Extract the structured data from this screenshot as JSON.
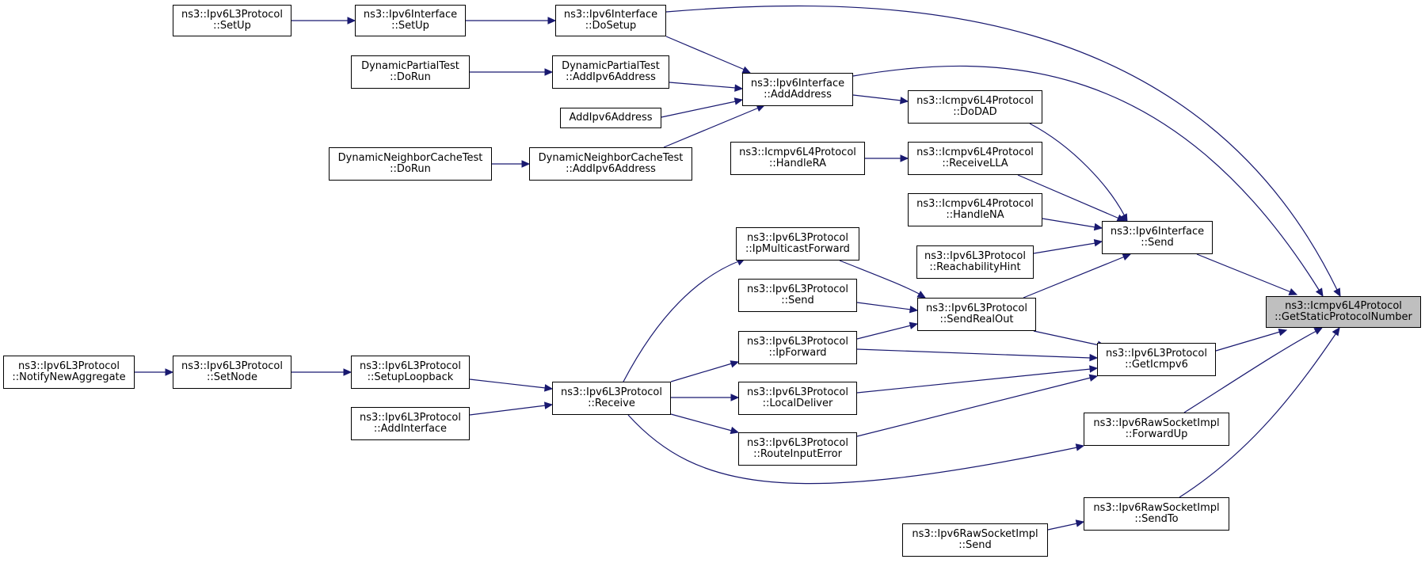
{
  "graph": {
    "root": {
      "line1": "ns3::Icmpv6L4Protocol",
      "line2": "::GetStaticProtocolNumber"
    },
    "nodes": {
      "SetUpL3": {
        "line1": "ns3::Ipv6L3Protocol",
        "line2": "::SetUp"
      },
      "SetUpIf": {
        "line1": "ns3::Ipv6Interface",
        "line2": "::SetUp"
      },
      "DoSetup": {
        "line1": "ns3::Ipv6Interface",
        "line2": "::DoSetup"
      },
      "DPTDoRun": {
        "line1": "DynamicPartialTest",
        "line2": "::DoRun"
      },
      "DPTAdd": {
        "line1": "DynamicPartialTest",
        "line2": "::AddIpv6Address"
      },
      "AddIpv6Address": {
        "line1": "AddIpv6Address",
        "line2": ""
      },
      "DNCTDoRun": {
        "line1": "DynamicNeighborCacheTest",
        "line2": "::DoRun"
      },
      "DNCTAdd": {
        "line1": "DynamicNeighborCacheTest",
        "line2": "::AddIpv6Address"
      },
      "IfAddAddress": {
        "line1": "ns3::Ipv6Interface",
        "line2": "::AddAddress"
      },
      "DoDAD": {
        "line1": "ns3::Icmpv6L4Protocol",
        "line2": "::DoDAD"
      },
      "HandleRA": {
        "line1": "ns3::Icmpv6L4Protocol",
        "line2": "::HandleRA"
      },
      "ReceiveLLA": {
        "line1": "ns3::Icmpv6L4Protocol",
        "line2": "::ReceiveLLA"
      },
      "HandleNA": {
        "line1": "ns3::Icmpv6L4Protocol",
        "line2": "::HandleNA"
      },
      "ReachabilityHint": {
        "line1": "ns3::Ipv6L3Protocol",
        "line2": "::ReachabilityHint"
      },
      "IfSend": {
        "line1": "ns3::Ipv6Interface",
        "line2": "::Send"
      },
      "IpMulticastForward": {
        "line1": "ns3::Ipv6L3Protocol",
        "line2": "::IpMulticastForward"
      },
      "L3Send": {
        "line1": "ns3::Ipv6L3Protocol",
        "line2": "::Send"
      },
      "SendRealOut": {
        "line1": "ns3::Ipv6L3Protocol",
        "line2": "::SendRealOut"
      },
      "IpForward": {
        "line1": "ns3::Ipv6L3Protocol",
        "line2": "::IpForward"
      },
      "NotifyNewAggregate": {
        "line1": "ns3::Ipv6L3Protocol",
        "line2": "::NotifyNewAggregate"
      },
      "SetNode": {
        "line1": "ns3::Ipv6L3Protocol",
        "line2": "::SetNode"
      },
      "SetupLoopback": {
        "line1": "ns3::Ipv6L3Protocol",
        "line2": "::SetupLoopback"
      },
      "Receive": {
        "line1": "ns3::Ipv6L3Protocol",
        "line2": "::Receive"
      },
      "AddInterface": {
        "line1": "ns3::Ipv6L3Protocol",
        "line2": "::AddInterface"
      },
      "LocalDeliver": {
        "line1": "ns3::Ipv6L3Protocol",
        "line2": "::LocalDeliver"
      },
      "RouteInputError": {
        "line1": "ns3::Ipv6L3Protocol",
        "line2": "::RouteInputError"
      },
      "GetIcmpv6": {
        "line1": "ns3::Ipv6L3Protocol",
        "line2": "::GetIcmpv6"
      },
      "ForwardUp": {
        "line1": "ns3::Ipv6RawSocketImpl",
        "line2": "::ForwardUp"
      },
      "SendTo": {
        "line1": "ns3::Ipv6RawSocketImpl",
        "line2": "::SendTo"
      },
      "RawSend": {
        "line1": "ns3::Ipv6RawSocketImpl",
        "line2": "::Send"
      }
    }
  }
}
